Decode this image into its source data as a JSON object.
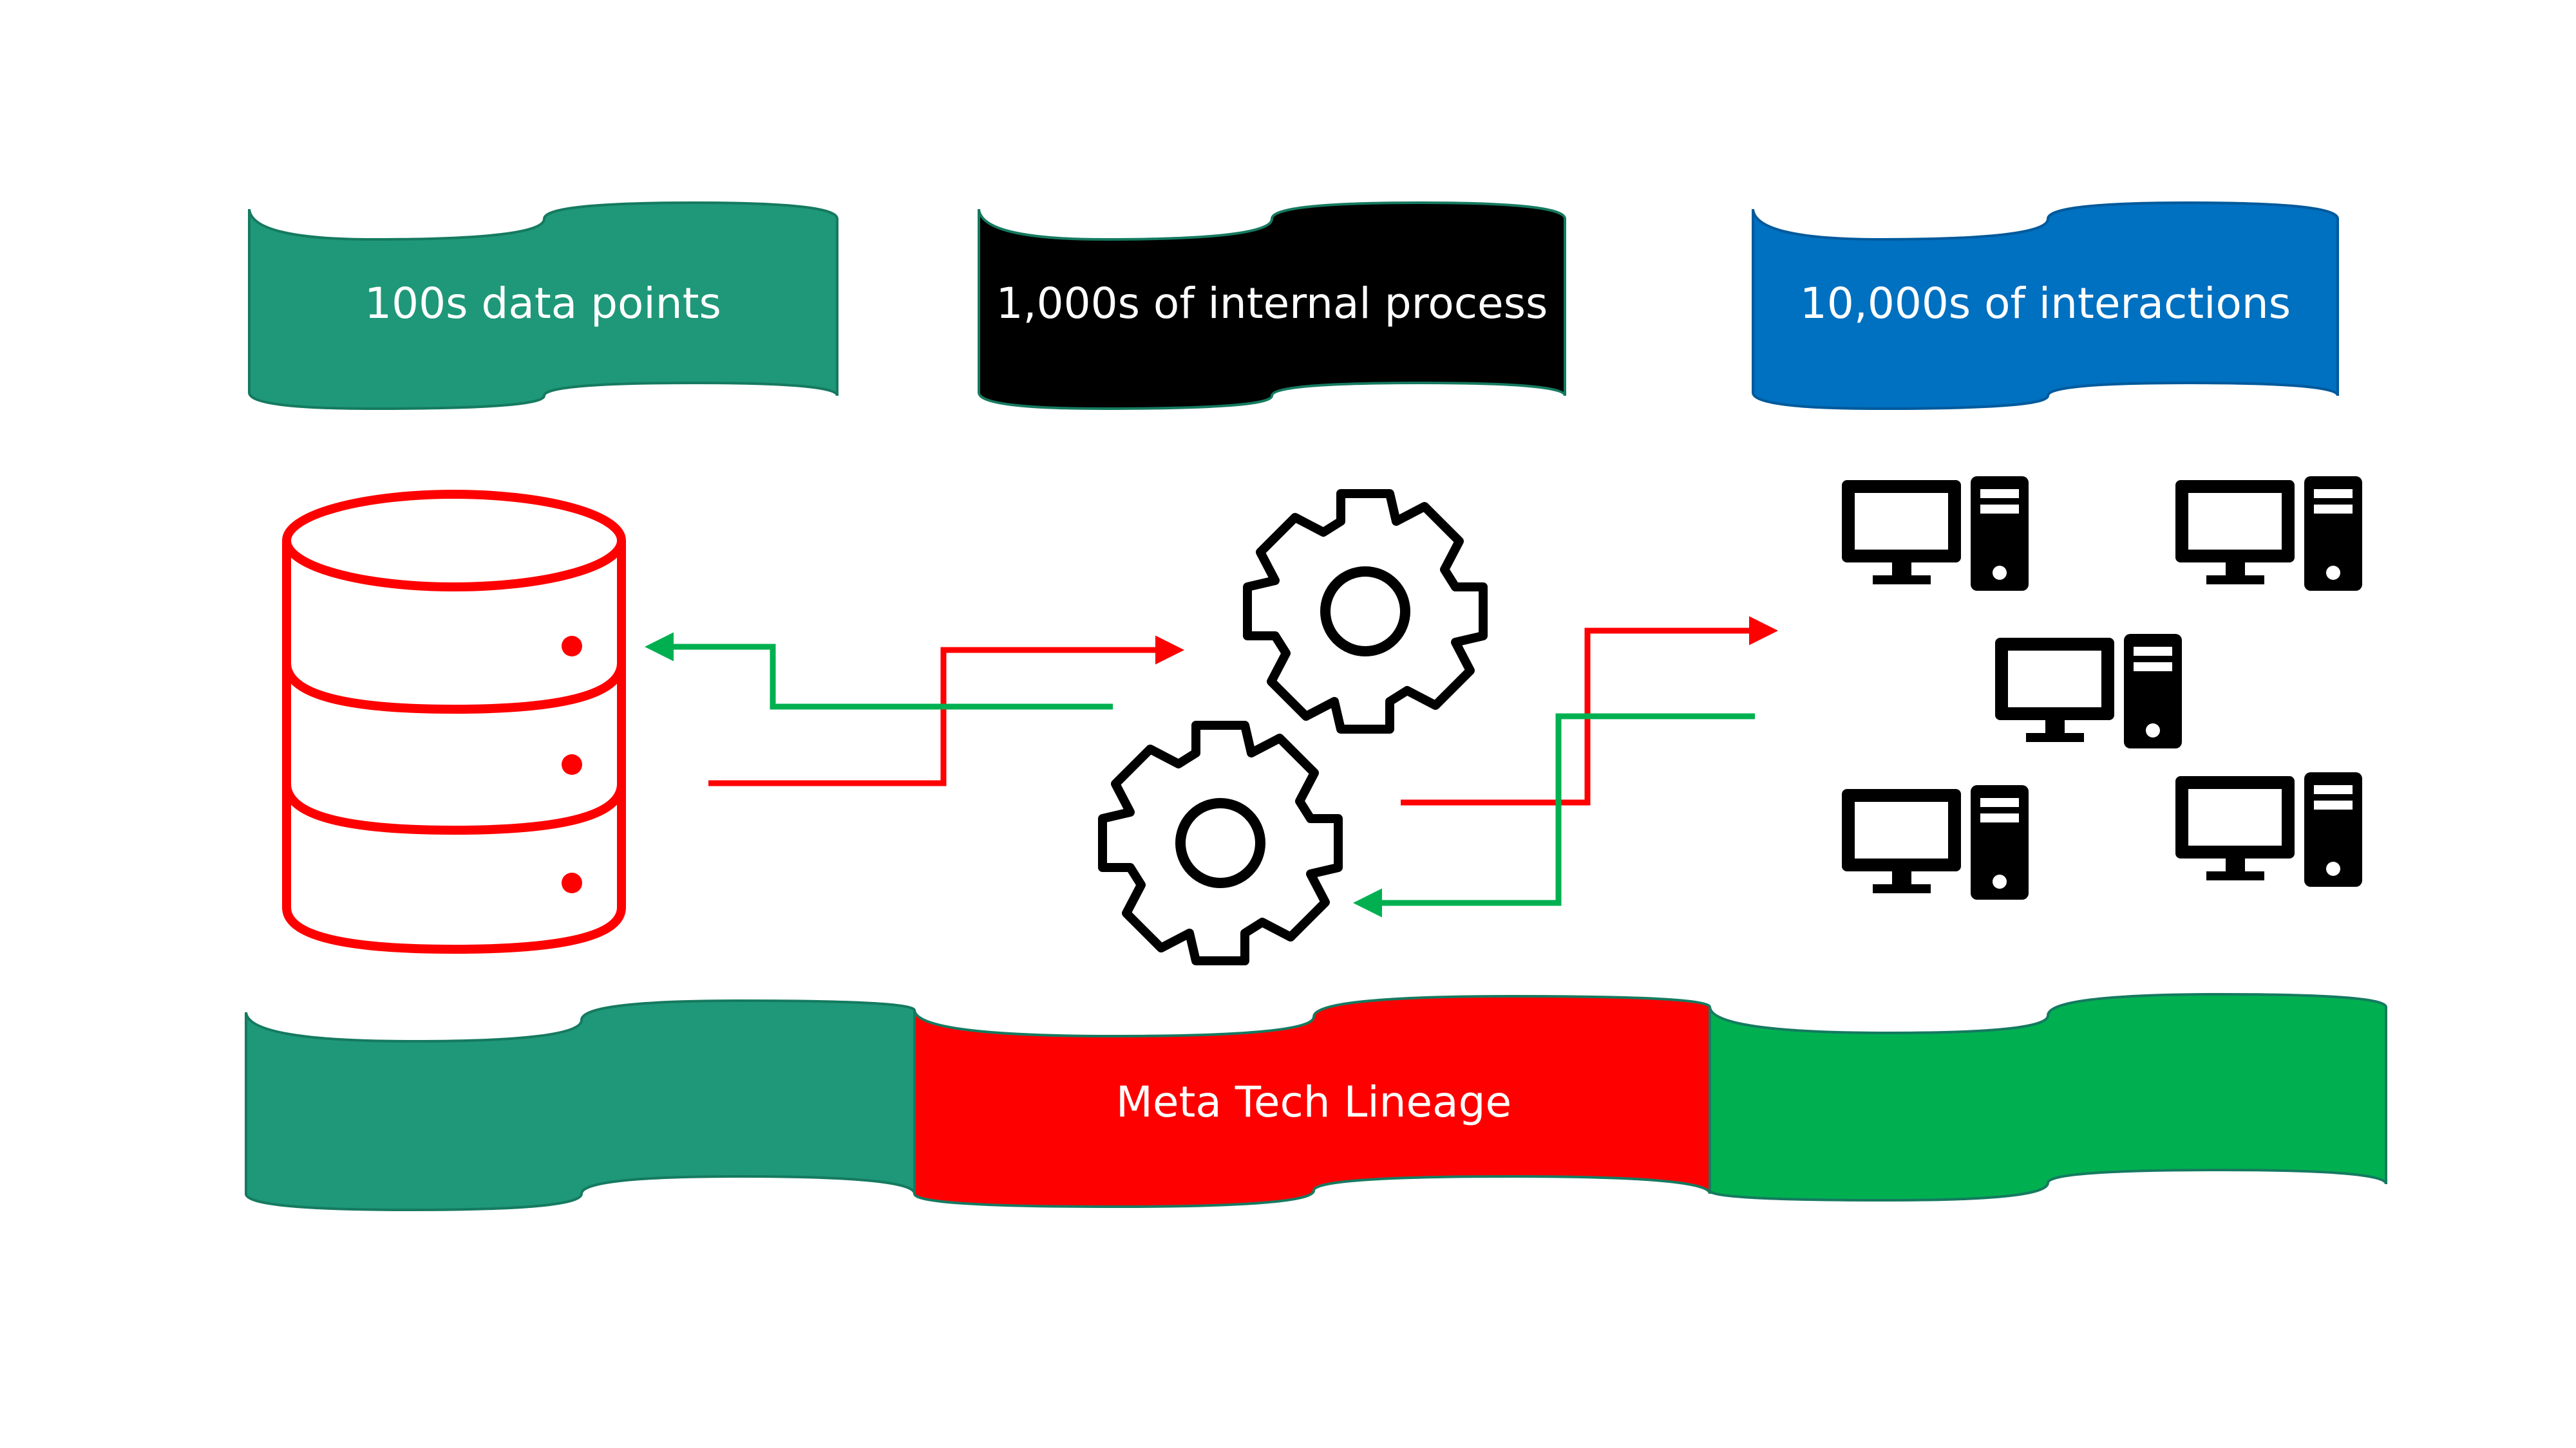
{
  "banners_top": [
    {
      "label": "100s data points",
      "color": "#1e9878"
    },
    {
      "label": "1,000s of internal process",
      "color": "#000000"
    },
    {
      "label": "10,000s of interactions",
      "color": "#0070c0"
    }
  ],
  "banners_bottom": [
    {
      "label": "",
      "color": "#1e9878"
    },
    {
      "label": "Meta Tech Lineage",
      "color": "#ff0000"
    },
    {
      "label": "",
      "color": "#00b050"
    }
  ],
  "colors": {
    "database": "#ff0000",
    "forward_arrow": "#ff0000",
    "return_arrow": "#00b050",
    "gears": "#000000",
    "computers": "#000000"
  },
  "icons": [
    "database-icon",
    "gear-icon",
    "gear-icon",
    "computer-icon",
    "computer-icon",
    "computer-icon",
    "computer-icon",
    "computer-icon"
  ]
}
